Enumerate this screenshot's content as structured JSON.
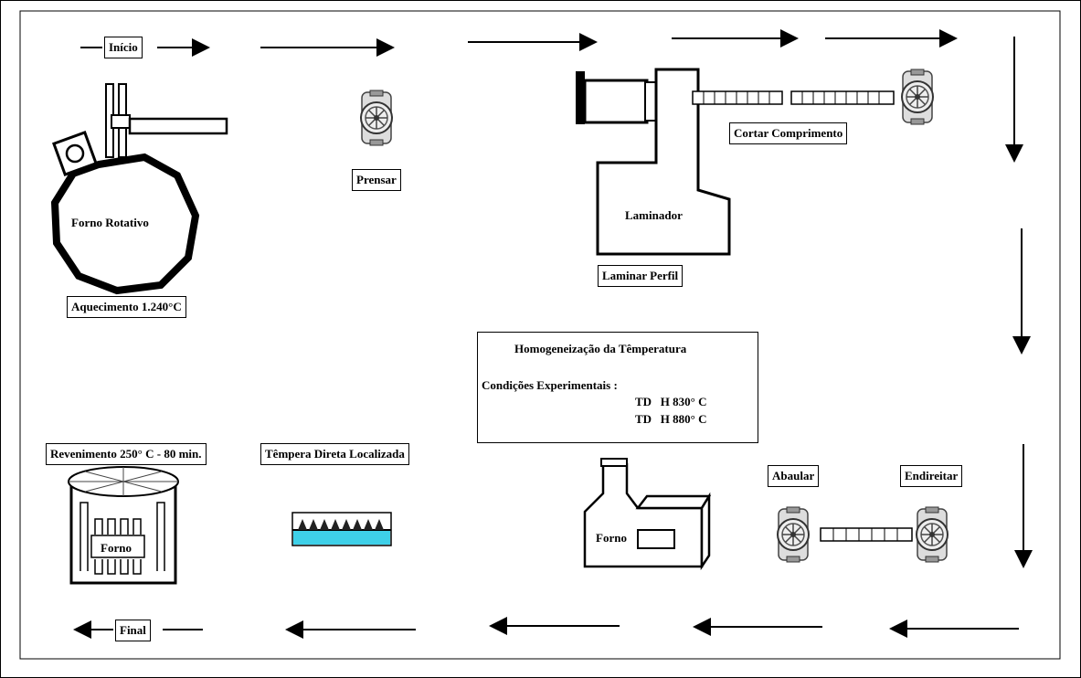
{
  "labels": {
    "inicio": "Início",
    "forno_rotativo": "Forno Rotativo",
    "aquecimento": "Aquecimento 1.240°C",
    "prensar": "Prensar",
    "laminador": "Laminador",
    "laminar_perfil": "Laminar Perfil",
    "cortar_comprimento": "Cortar Comprimento",
    "revenimento": "Revenimento 250° C - 80 min.",
    "tempera": "Têmpera Direta Localizada",
    "forno_left": "Forno",
    "forno_mid": "Forno",
    "abaular": "Abaular",
    "endireitar": "Endireitar",
    "final": "Final"
  },
  "homog": {
    "title": "Homogeneização da Têmperatura",
    "conditions": "Condições Experimentais :",
    "row1": "TD   H 830° C",
    "row2": "TD   H 880° C"
  }
}
